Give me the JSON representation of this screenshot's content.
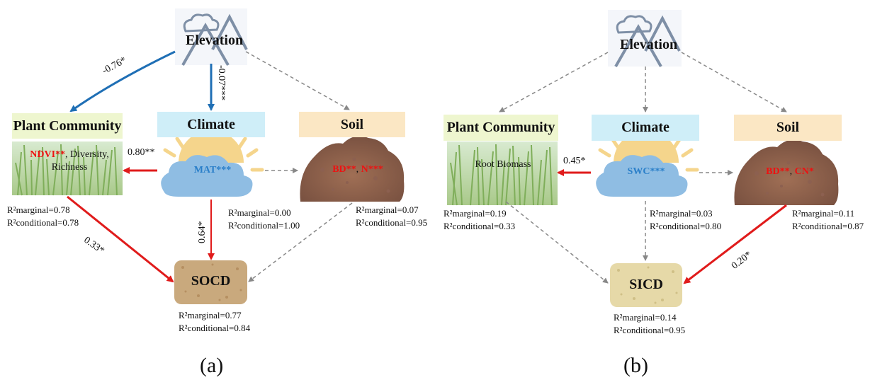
{
  "panels": [
    {
      "label": "(a)",
      "elevation": "Elevation",
      "plant": {
        "title": "Plant Community",
        "var_red": "NDVI**",
        "var_rest": ", Diversity, Richness",
        "r2m": "R²marginal=0.78",
        "r2c": "R²conditional=0.78"
      },
      "climate": {
        "title": "Climate",
        "var_blue": "MAT***",
        "r2m": "R²marginal=0.00",
        "r2c": "R²conditional=1.00"
      },
      "soil": {
        "title": "Soil",
        "var_red1": "BD**",
        "sep": ", ",
        "var_red2": "N***",
        "r2m": "R²marginal=0.07",
        "r2c": "R²conditional=0.95"
      },
      "target": {
        "title": "SOCD",
        "r2m": "R²marginal=0.77",
        "r2c": "R²conditional=0.84"
      },
      "coefs": {
        "elev_plant": "-0.76*",
        "elev_climate": "-0.07***",
        "climate_plant": "0.80**",
        "plant_target": "0.33*",
        "climate_target": "0.64*"
      }
    },
    {
      "label": "(b)",
      "elevation": "Elevation",
      "plant": {
        "title": "Plant Community",
        "var_text": "Root Biomass",
        "r2m": "R²marginal=0.19",
        "r2c": "R²conditional=0.33"
      },
      "climate": {
        "title": "Climate",
        "var_blue": "SWC***",
        "r2m": "R²marginal=0.03",
        "r2c": "R²conditional=0.80"
      },
      "soil": {
        "title": "Soil",
        "var_red1": "BD**",
        "sep": ", ",
        "var_red2": "CN*",
        "r2m": "R²marginal=0.11",
        "r2c": "R²conditional=0.87"
      },
      "target": {
        "title": "SICD",
        "r2m": "R²marginal=0.14",
        "r2c": "R²conditional=0.95"
      },
      "coefs": {
        "climate_plant": "0.45*",
        "soil_target": "0.20*"
      }
    }
  ],
  "colors": {
    "negative": "#1f6fb5",
    "positive": "#e01b1b",
    "nonsig": "#888888",
    "plant_box": "#eef6cf",
    "climate_box": "#cfeef8",
    "soil_box": "#fbe7c4"
  },
  "icons": [
    "mountain-icon",
    "grass-icon",
    "sun-cloud-icon",
    "soil-mound-icon",
    "soil-texture-icon"
  ]
}
